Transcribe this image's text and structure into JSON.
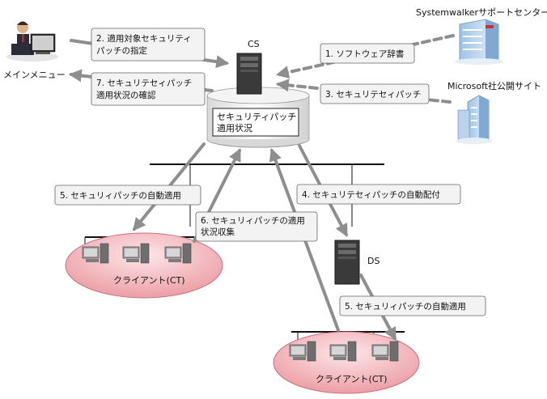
{
  "nodes": {
    "cs_label": "CS",
    "ds_label": "DS",
    "menu_label": "メインメニュー",
    "systemwalker_label": "Systemwalkerサポートセンター",
    "microsoft_label": "Microsoft社公開サイト",
    "db_label": [
      "セキュリティパッチ",
      "適用状況"
    ],
    "client_group_left_label": "クライアント(CT)",
    "client_group_right_label": "クライアント(CT)"
  },
  "steps": {
    "step2": [
      "2. 適用対象セキュリティ",
      "パッチの指定"
    ],
    "step7": [
      "7. セキュリテセィパッチ",
      "適用状況の確認"
    ],
    "step1": "1. ソフトウェア辞書",
    "step3": "3. セキュリテセィパッチ",
    "step4": "4. セキュリテセィパッチの自動配付",
    "step5_left": "5. セキュリィパッチの自動適用",
    "step6": [
      "6. セキュリィパッチの適用",
      "状況収集"
    ],
    "step5_right": "5. セキュリィパッチの自動適用"
  },
  "colors": {
    "arrow_solid": "#8e8e8e",
    "arrow_dashed": "#8e8e8e",
    "ellipse_fill": "#f2b9bf",
    "box_fill": "#f3f3f3",
    "server_dark": "#3a3a3a"
  }
}
